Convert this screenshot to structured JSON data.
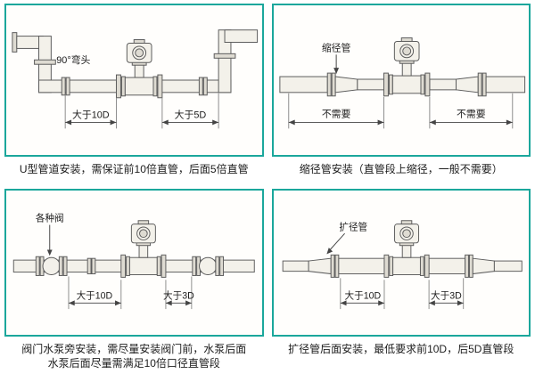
{
  "colors": {
    "panel_border": "#1ba79c",
    "pipe_fill": "#f3f1ea",
    "line": "#444444",
    "text": "#1c1c1c"
  },
  "panels": {
    "u_type": {
      "labels": {
        "elbow": "90°弯头",
        "dim_left": "大于10D",
        "dim_right": "大于5D"
      },
      "caption": "U型管道安装，需保证前10倍直管，后面5倍直管"
    },
    "reducer": {
      "labels": {
        "part": "缩径管",
        "dim_left": "不需要",
        "dim_right": "不需要"
      },
      "caption": "缩径管安装（直管段上缩径，一般不需要）"
    },
    "valve": {
      "labels": {
        "part": "各种阀",
        "dim_left": "大于10D",
        "dim_right": "大于3D"
      },
      "caption_line1": "阀门水泵旁安装，需尽量安装阀门前，水泵后面",
      "caption_line2": "水泵后面尽量需满足10倍口径直管段"
    },
    "expander": {
      "labels": {
        "part": "扩径管",
        "dim_left": "大于10D",
        "dim_right": "大于3D"
      },
      "caption": "扩径管后面安装，最低要求前10D，后5D直管段"
    }
  }
}
